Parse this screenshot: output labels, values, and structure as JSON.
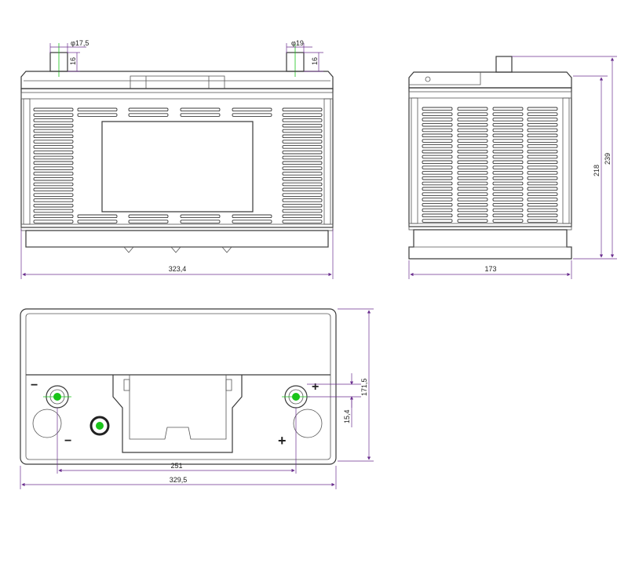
{
  "front_view": {
    "width_label": "323,4",
    "terminal_left_diameter": "φ17,5",
    "terminal_right_diameter": "φ19",
    "terminal_left_height": "16",
    "terminal_right_height": "16"
  },
  "side_view": {
    "width_label": "173",
    "height_body": "218",
    "height_total": "239"
  },
  "top_view": {
    "terminal_spacing": "251",
    "total_length": "329,5",
    "depth": "171,5",
    "terminal_offset": "15,4",
    "negative_symbol": "−",
    "positive_symbol": "+"
  },
  "colors": {
    "outline": "#3a3a3a",
    "dimension": "#6b2f8f",
    "centerline": "#19c419",
    "vent": "#19c419"
  }
}
